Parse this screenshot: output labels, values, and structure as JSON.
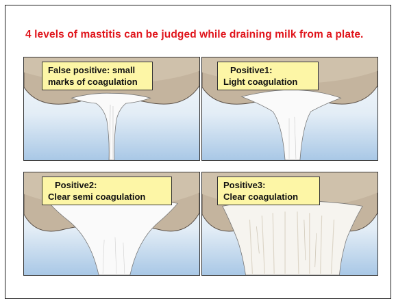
{
  "title": "4 levels of mastitis can be judged while draining milk from a plate.",
  "panels": [
    {
      "line1": "False positive: small",
      "line2": "marks of coagulation"
    },
    {
      "line1": "Positive1:",
      "line2": "Light coagulation"
    },
    {
      "line1": "Positive2:",
      "line2": "Clear semi coagulation"
    },
    {
      "line1": "Positive3:",
      "line2": "Clear coagulation"
    }
  ],
  "colors": {
    "title": "#e0141b",
    "label_bg": "#fdf6a6",
    "plate": "#c2b29c",
    "milk": "#fafafa",
    "sky_top": "#f4f8fb",
    "sky_bottom": "#a9c8e6"
  }
}
